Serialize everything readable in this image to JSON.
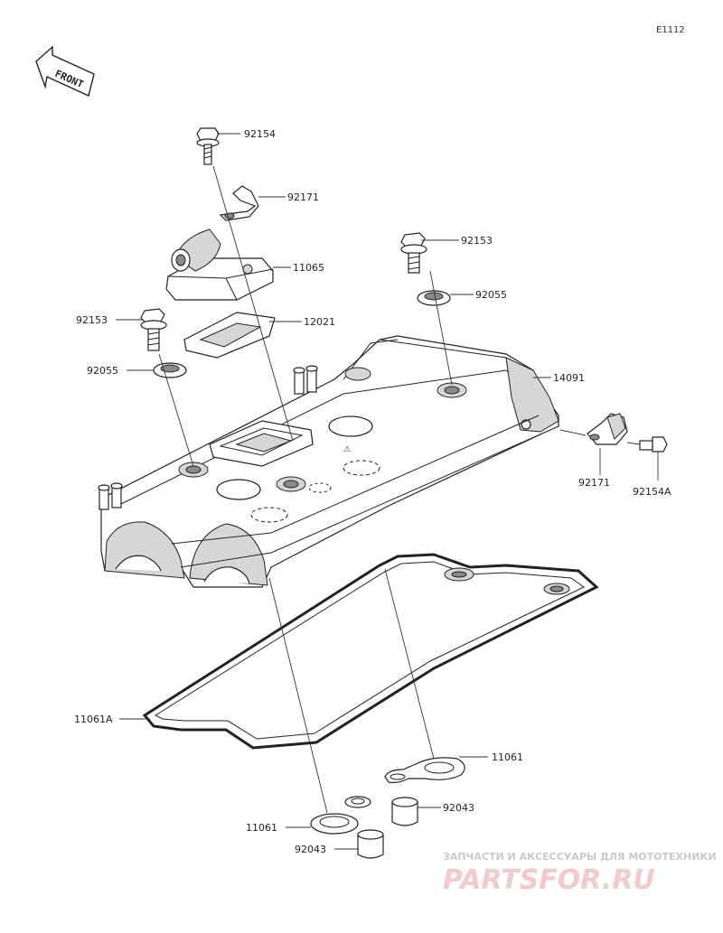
{
  "figure_code": "E1112",
  "front_label": "FRONT",
  "parts": [
    {
      "id": "p1",
      "number": "92154"
    },
    {
      "id": "p2",
      "number": "92171"
    },
    {
      "id": "p3",
      "number": "11065"
    },
    {
      "id": "p4",
      "number": "92153"
    },
    {
      "id": "p5",
      "number": "92055"
    },
    {
      "id": "p6",
      "number": "12021"
    },
    {
      "id": "p7",
      "number": "92153"
    },
    {
      "id": "p8",
      "number": "92055"
    },
    {
      "id": "p9",
      "number": "14091"
    },
    {
      "id": "p10",
      "number": "92171"
    },
    {
      "id": "p11",
      "number": "92154A"
    },
    {
      "id": "p12",
      "number": "11061A"
    },
    {
      "id": "p13",
      "number": "11061"
    },
    {
      "id": "p14",
      "number": "92043"
    },
    {
      "id": "p15",
      "number": "11061"
    },
    {
      "id": "p16",
      "number": "92043"
    }
  ],
  "watermark": {
    "tagline": "ЗАПЧАСТИ И АКСЕССУАРЫ ДЛЯ МОТОТЕХНИКИ",
    "brand": "PARTSFOR.RU"
  }
}
